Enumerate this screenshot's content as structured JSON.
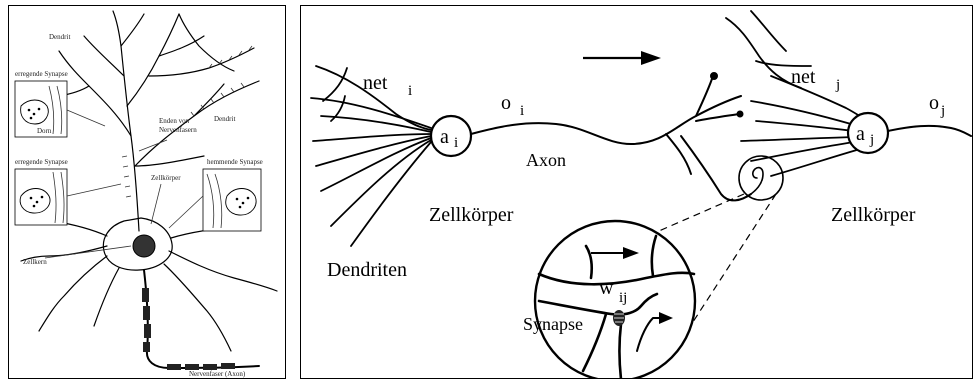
{
  "left_figure": {
    "labels": {
      "dendrit_top": "Dendrit",
      "erregende_synapse_1": "erregende Synapse",
      "dorn": "Dorn",
      "dendrit_right": "Dendrit",
      "enden": "Enden von",
      "nervenfasern": "Nervenfasern",
      "erregende_synapse_2": "erregende Synapse",
      "hemmende_synapse": "hemmende Synapse",
      "zellkoerper": "Zellkörper",
      "zellkern": "Zellkern",
      "nervenfaser": "Nervenfaser (Axon)"
    }
  },
  "right_figure": {
    "labels": {
      "net_i": "net",
      "net_i_sub": "i",
      "o_i": "o",
      "o_i_sub": "i",
      "a_i": "a",
      "a_i_sub": "i",
      "axon": "Axon",
      "zellkoerper_left": "Zellkörper",
      "dendriten": "Dendriten",
      "net_j": "net",
      "net_j_sub": "j",
      "o_j": "o",
      "o_j_sub": "j",
      "a_j": "a",
      "a_j_sub": "j",
      "zellkoerper_right": "Zellkörper",
      "w_ij": "w",
      "w_ij_sub": "ij",
      "synapse": "Synapse"
    }
  }
}
